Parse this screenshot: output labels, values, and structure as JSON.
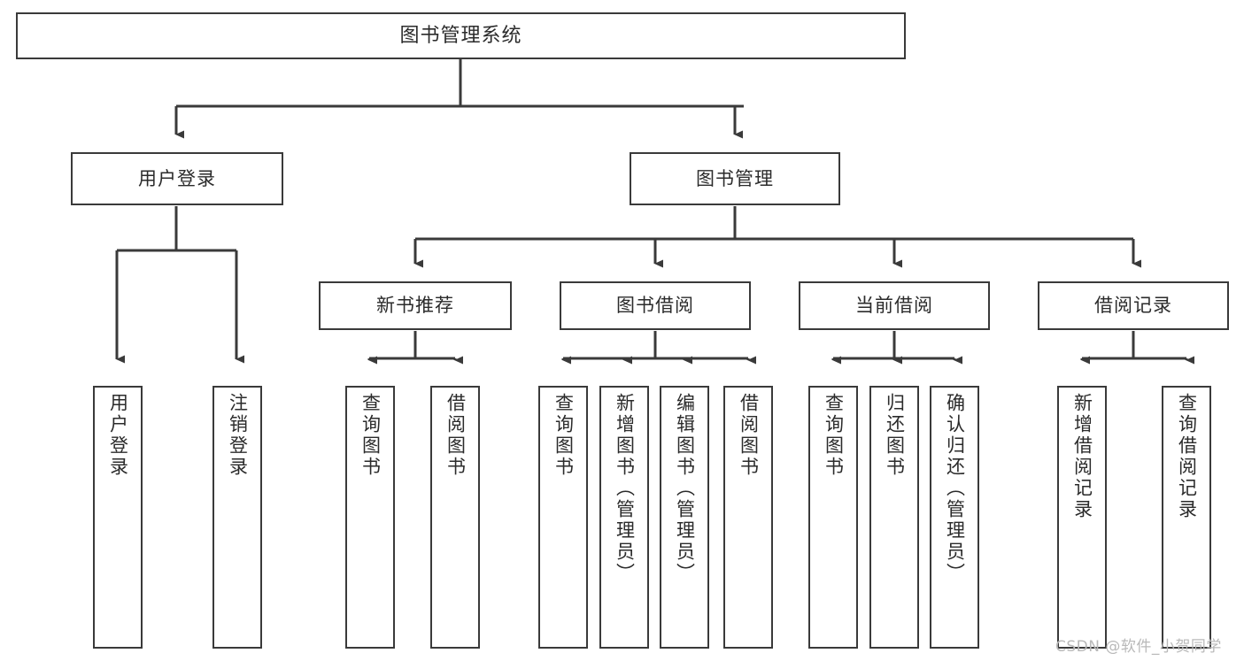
{
  "diagram": {
    "title": "图书管理系统",
    "type": "tree",
    "stroke_color": "#3a3a3a",
    "text_color": "#2b2b2b",
    "background_color": "#ffffff",
    "watermark": "CSDN @软件_小贺同学",
    "watermark_color": "#b9b9b9",
    "nodes": {
      "root": {
        "label": "图书管理系统"
      },
      "level1": [
        {
          "label": "用户登录"
        },
        {
          "label": "图书管理"
        }
      ],
      "level2": [
        {
          "label": "新书推荐"
        },
        {
          "label": "图书借阅"
        },
        {
          "label": "当前借阅"
        },
        {
          "label": "借阅记录"
        }
      ],
      "leaves": [
        {
          "label": "用户登录",
          "parent": "用户登录"
        },
        {
          "label": "注销登录",
          "parent": "用户登录"
        },
        {
          "label": "查询图书",
          "parent": "新书推荐"
        },
        {
          "label": "借阅图书",
          "parent": "新书推荐"
        },
        {
          "label": "查询图书",
          "parent": "图书借阅"
        },
        {
          "label": "新增图书（管理员）",
          "parent": "图书借阅"
        },
        {
          "label": "编辑图书（管理员）",
          "parent": "图书借阅"
        },
        {
          "label": "借阅图书",
          "parent": "图书借阅"
        },
        {
          "label": "查询图书",
          "parent": "当前借阅"
        },
        {
          "label": "归还图书",
          "parent": "当前借阅"
        },
        {
          "label": "确认归还（管理员）",
          "parent": "当前借阅"
        },
        {
          "label": "新增借阅记录",
          "parent": "借阅记录"
        },
        {
          "label": "查询借阅记录",
          "parent": "借阅记录"
        }
      ]
    },
    "edges": [
      {
        "from": "图书管理系统",
        "to": "用户登录"
      },
      {
        "from": "图书管理系统",
        "to": "图书管理"
      },
      {
        "from": "图书管理",
        "to": "新书推荐"
      },
      {
        "from": "图书管理",
        "to": "图书借阅"
      },
      {
        "from": "图书管理",
        "to": "当前借阅"
      },
      {
        "from": "图书管理",
        "to": "借阅记录"
      },
      {
        "from": "用户登录",
        "to": "用户登录"
      },
      {
        "from": "用户登录",
        "to": "注销登录"
      },
      {
        "from": "新书推荐",
        "to": "查询图书"
      },
      {
        "from": "新书推荐",
        "to": "借阅图书"
      },
      {
        "from": "图书借阅",
        "to": "查询图书"
      },
      {
        "from": "图书借阅",
        "to": "新增图书（管理员）"
      },
      {
        "from": "图书借阅",
        "to": "编辑图书（管理员）"
      },
      {
        "from": "图书借阅",
        "to": "借阅图书"
      },
      {
        "from": "当前借阅",
        "to": "查询图书"
      },
      {
        "from": "当前借阅",
        "to": "归还图书"
      },
      {
        "from": "当前借阅",
        "to": "确认归还（管理员）"
      },
      {
        "from": "借阅记录",
        "to": "新增借阅记录"
      },
      {
        "from": "借阅记录",
        "to": "查询借阅记录"
      }
    ]
  }
}
